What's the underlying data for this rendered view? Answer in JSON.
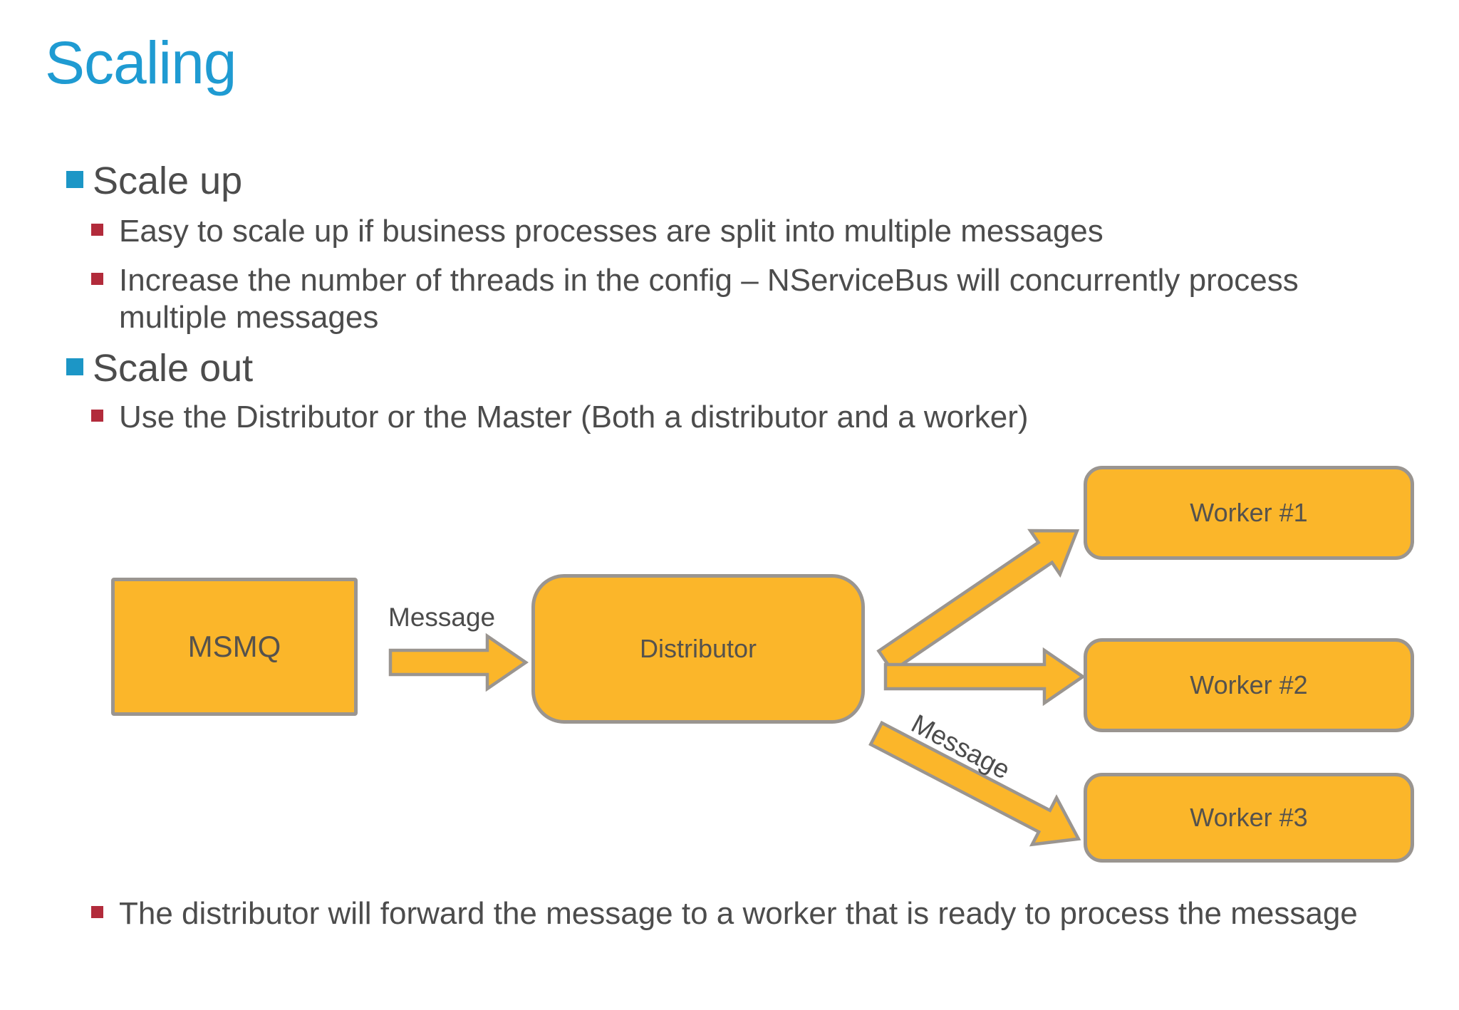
{
  "slide": {
    "title": "Scaling",
    "bullets": [
      {
        "level": 1,
        "text": "Scale up"
      },
      {
        "level": 2,
        "text": "Easy to scale up if business processes are split into multiple messages"
      },
      {
        "level": 2,
        "lines": [
          "Increase the number of threads in the config – NServiceBus will concurrently process",
          "multiple messages"
        ]
      },
      {
        "level": 1,
        "text": "Scale out"
      },
      {
        "level": 2,
        "text": "Use the Distributor or the Master (Both a distributor and a worker)"
      }
    ],
    "bottom_bullet": "The distributor will forward the message to a worker that is ready to process the message"
  },
  "diagram": {
    "msmq": {
      "label": "MSMQ"
    },
    "distributor": {
      "label": "Distributor"
    },
    "workers": [
      {
        "label": "Worker #1"
      },
      {
        "label": "Worker #2"
      },
      {
        "label": "Worker #3"
      }
    ],
    "edges": {
      "msmq_to_distributor_label": "Message",
      "distributor_to_worker3_label": "Message"
    }
  },
  "colors": {
    "title_blue": "#1F9BD2",
    "bullet_blue": "#1C96C6",
    "bullet_red": "#B22B3B",
    "body_text": "#4C4C4C",
    "node_fill": "#FBB62A",
    "node_border": "#9A9590",
    "node_text": "#55524D",
    "background": "#FFFFFF"
  }
}
